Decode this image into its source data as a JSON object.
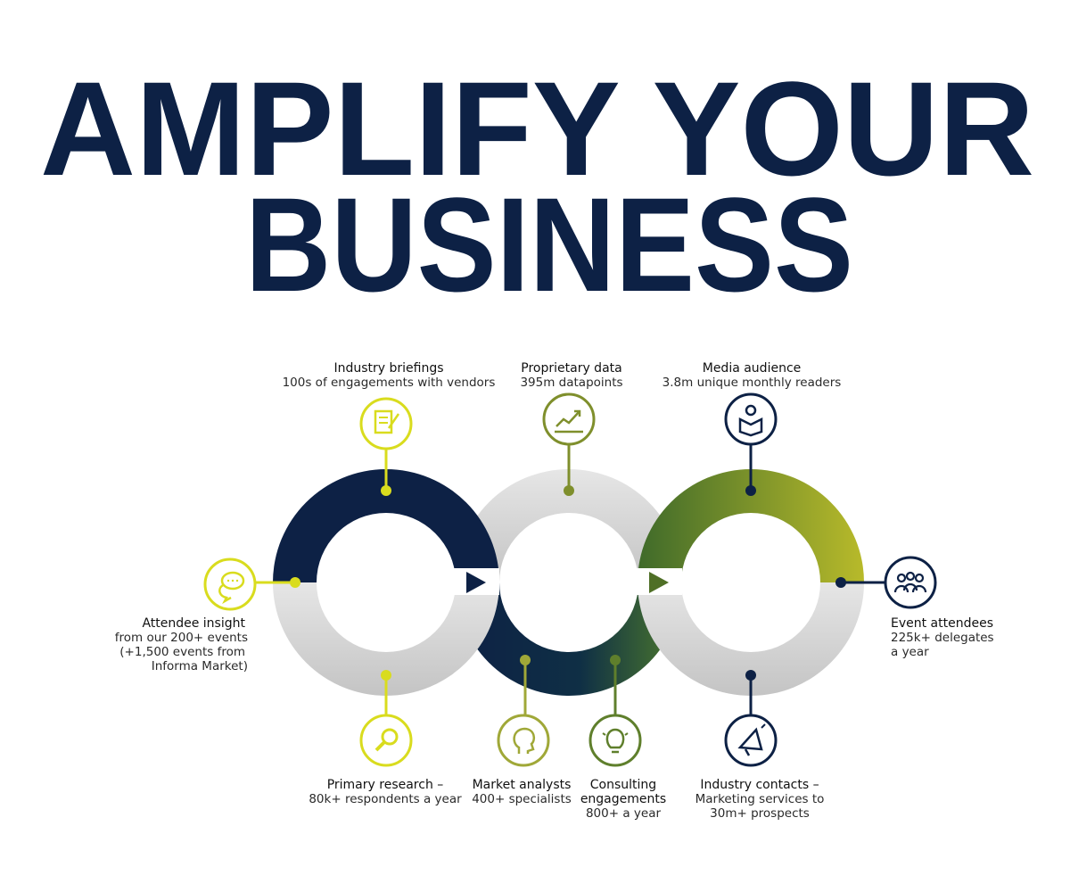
{
  "title": {
    "line1": "AMPLIFY YOUR",
    "line2": "BUSINESS"
  },
  "colors": {
    "navy": "#0d2145",
    "yellow": "#d9dc1e",
    "olive": "#8a9a2c",
    "green": "#5f7f2c",
    "gray": "#d4d4d4"
  },
  "items": [
    {
      "id": "industry-briefings",
      "icon": "document-pen-icon",
      "title": "Industry briefings",
      "lines": [
        "100s of engagements with vendors"
      ]
    },
    {
      "id": "proprietary-data",
      "icon": "trend-chart-icon",
      "title": "Proprietary data",
      "lines": [
        "395m datapoints"
      ]
    },
    {
      "id": "media-audience",
      "icon": "reader-icon",
      "title": "Media audience",
      "lines": [
        "3.8m unique monthly readers"
      ]
    },
    {
      "id": "attendee-insight",
      "icon": "chat-bubbles-icon",
      "title": "Attendee insight",
      "lines": [
        "from our 200+ events",
        "(+1,500 events from",
        "Informa Market)"
      ]
    },
    {
      "id": "event-attendees",
      "icon": "group-icon",
      "title": "Event attendees",
      "lines": [
        "225k+ delegates",
        "a year"
      ]
    },
    {
      "id": "primary-research",
      "icon": "magnifier-icon",
      "title": "Primary research –",
      "lines": [
        "80k+ respondents a year"
      ]
    },
    {
      "id": "market-analysts",
      "icon": "head-icon",
      "title": "Market analysts",
      "lines": [
        "400+ specialists"
      ]
    },
    {
      "id": "consulting-engagements",
      "icon": "lightbulb-icon",
      "title": "Consulting",
      "lines": [
        "engagements",
        "800+ a year"
      ]
    },
    {
      "id": "industry-contacts",
      "icon": "megaphone-icon",
      "title": "Industry contacts –",
      "lines": [
        "Marketing services to",
        "30m+ prospects"
      ]
    }
  ]
}
